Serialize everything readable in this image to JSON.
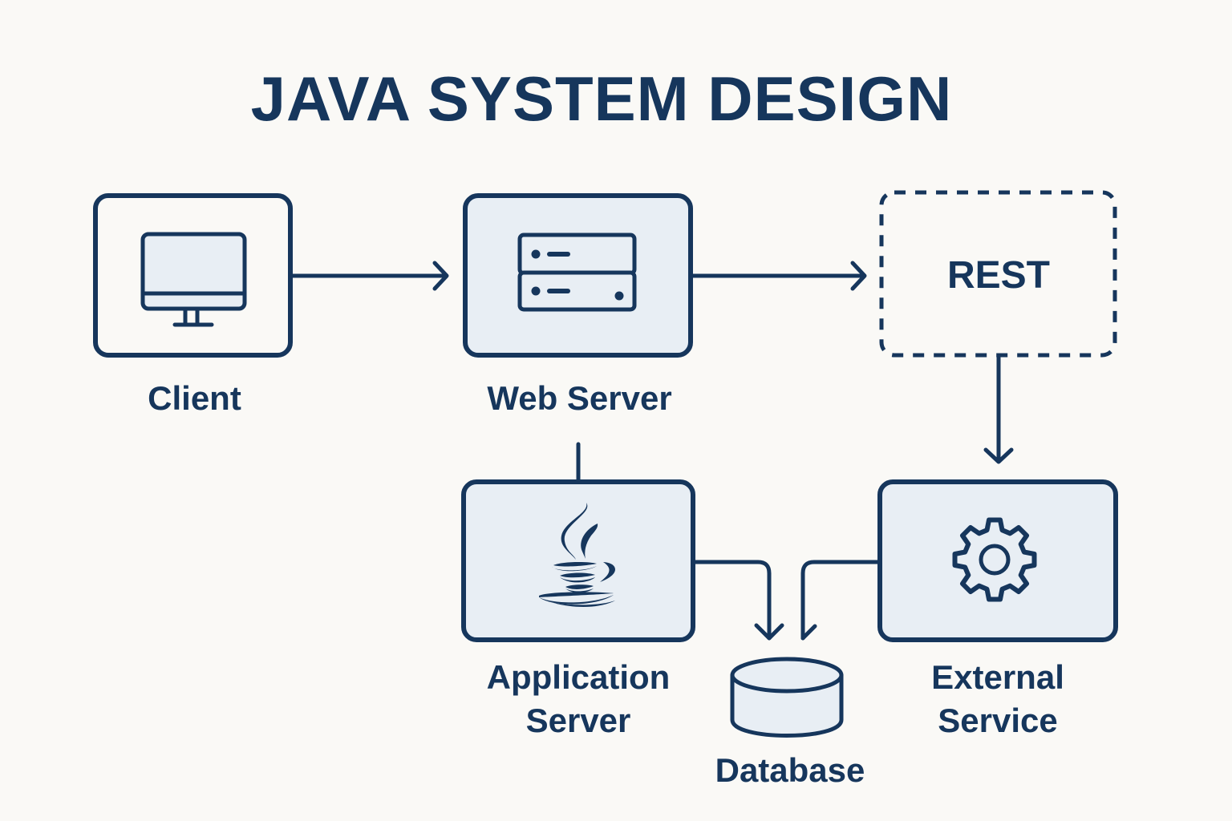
{
  "title": "JAVA SYSTEM DESIGN",
  "colors": {
    "stroke": "#16365c",
    "box_fill": "#e8eef4",
    "background": "#faf9f6"
  },
  "nodes": {
    "client": {
      "label": "Client",
      "icon": "monitor-icon"
    },
    "web_server": {
      "label": "Web Server",
      "icon": "server-rack-icon"
    },
    "rest": {
      "label": "REST",
      "style": "dashed"
    },
    "app_server": {
      "label_line1": "Application",
      "label_line2": "Server",
      "icon": "java-cup-icon"
    },
    "external_service": {
      "label_line1": "External",
      "label_line2": "Service",
      "icon": "gear-icon"
    },
    "database": {
      "label": "Database",
      "icon": "database-cylinder-icon"
    }
  },
  "edges": [
    {
      "from": "Client",
      "to": "Web Server",
      "arrow": true
    },
    {
      "from": "Web Server",
      "to": "REST",
      "arrow": true
    },
    {
      "from": "REST",
      "to": "External Service",
      "arrow": true
    },
    {
      "from": "Web Server",
      "to": "Application Server",
      "arrow": false
    },
    {
      "from": "Application Server",
      "to": "Database",
      "arrow": true
    },
    {
      "from": "External Service",
      "to": "Database",
      "arrow": true
    }
  ]
}
